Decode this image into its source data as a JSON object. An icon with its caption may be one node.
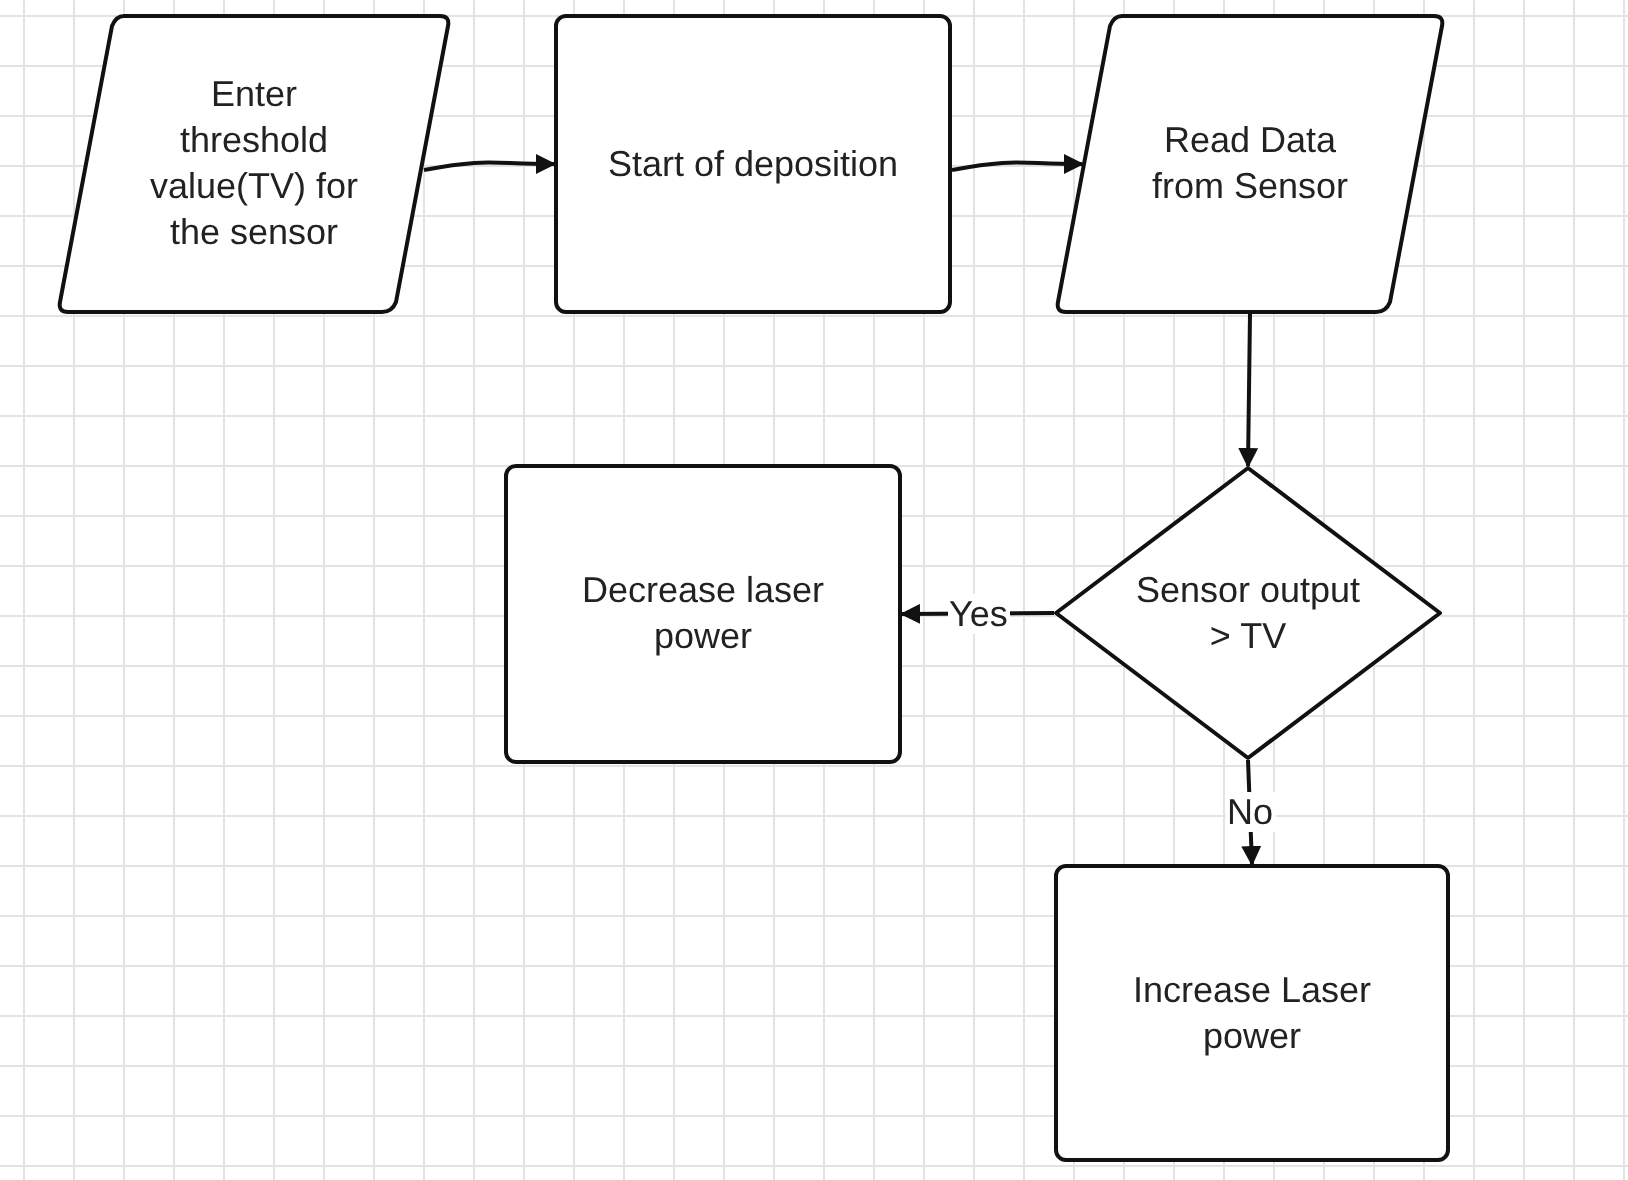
{
  "diagram": {
    "nodes": [
      {
        "text": [
          "Enter threshold value(TV) for the sensor"
        ]
      },
      {
        "text": [
          "Start of deposition"
        ]
      },
      {
        "text": [
          "Read Data from Sensor"
        ]
      },
      {
        "text": [
          "Sensor output > TV"
        ]
      },
      {
        "text": [
          "Decrease laser power"
        ]
      },
      {
        "text": [
          "Increase Laser power"
        ]
      }
    ],
    "edges": [
      {
        "from": 0,
        "to": 1,
        "arrow": "to"
      },
      {
        "from": 1,
        "to": 2,
        "arrow": "to"
      },
      {
        "from": 2,
        "to": 3,
        "arrow": "to"
      },
      {
        "from": 3,
        "to": 4,
        "arrow": "to",
        "label": "Yes"
      },
      {
        "from": 3,
        "to": 5,
        "arrow": "to",
        "label": "No"
      }
    ]
  }
}
